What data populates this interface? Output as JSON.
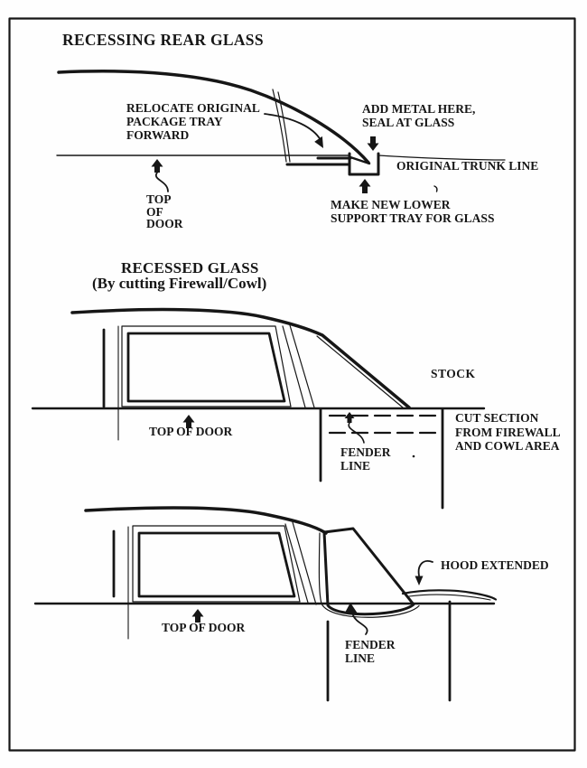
{
  "ink": "#161616",
  "d1": {
    "title": "RECESSING REAR GLASS",
    "relocate_label": "RELOCATE ORIGINAL\nPACKAGE TRAY\nFORWARD",
    "add_metal_label": "ADD METAL HERE,\nSEAL AT GLASS",
    "trunk_label": "ORIGINAL TRUNK LINE",
    "top_of_door_label": "TOP\nOF\nDOOR",
    "support_tray_label": "MAKE NEW LOWER\nSUPPORT TRAY FOR GLASS"
  },
  "d2": {
    "title": "RECESSED GLASS",
    "subtitle": "(By cutting Firewall/Cowl)",
    "stock_label": "STOCK",
    "top_of_door_label": "TOP OF DOOR",
    "fender_label": "FENDER\nLINE",
    "cut_section_label": "CUT SECTION\nFROM FIREWALL\nAND COWL AREA"
  },
  "d3": {
    "hood_label": "HOOD EXTENDED",
    "top_of_door_label": "TOP OF DOOR",
    "fender_label": "FENDER\nLINE"
  }
}
